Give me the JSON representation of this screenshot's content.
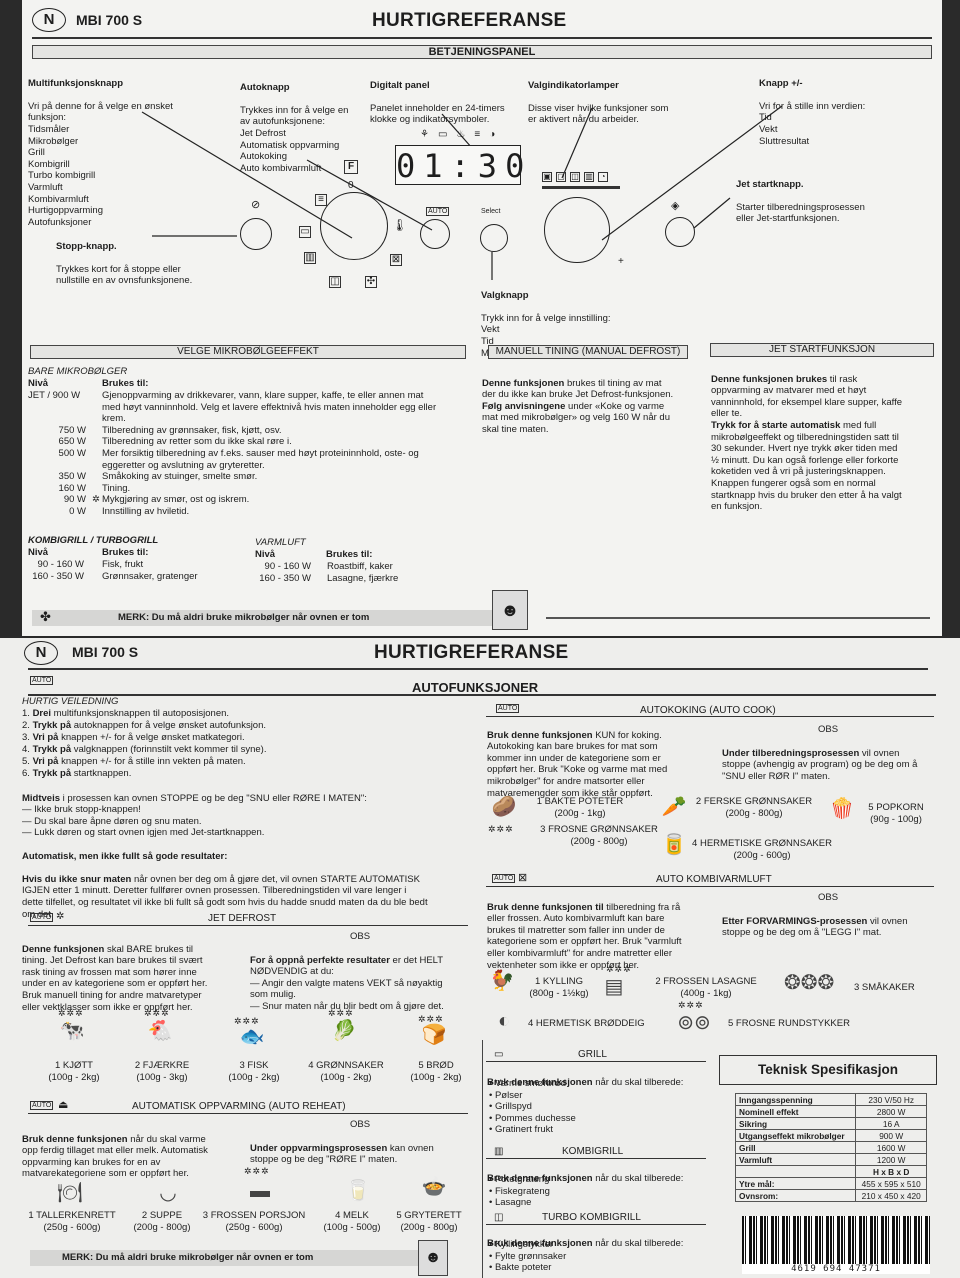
{
  "sheet1": {
    "logo": "N",
    "model": "MBI 700 S",
    "title": "HURTIGREFERANSE",
    "panel_header": "BETJENINGSPANEL",
    "multifunk": {
      "heading": "Multifunksjonsknapp",
      "text": "Vri på denne for å velge en ønsket\nfunksjon:\nTidsmåler\nMikrobølger\nGrill\nKombigrill\nTurbo kombigrill\nVarmluft\nKombivarmluft\nHurtigoppvarming\nAutofunksjoner"
    },
    "autoknapp": {
      "heading": "Autoknapp",
      "text": "Trykkes inn for å velge en\nav autofunksjonene:\nJet Defrost\nAutomatisk oppvarming\nAutokoking\nAuto kombivarmluft"
    },
    "digital": {
      "heading": "Digitalt panel",
      "text": "Panelet inneholder en 24-timers\nklokke og indikatorsymboler."
    },
    "valgind": {
      "heading": "Valgindikatorlamper",
      "text": "Disse viser hvilke funksjoner som\ner aktivert når du arbeider."
    },
    "knapp": {
      "heading": "Knapp +/-",
      "text": "Vri for å stille inn verdien:\nTid\nVekt\nSluttresultat"
    },
    "jet": {
      "heading": "Jet startknapp.",
      "text": "Starter tilberedningsprosessen\neller Jet-startfunksjonen."
    },
    "stopp": {
      "heading": "Stopp-knapp.",
      "text": "Trykkes kort for å stoppe eller\nnullstille en av ovnsfunksjonene."
    },
    "valgknapp": {
      "heading": "Valgknapp",
      "text": "Trykk inn for å velge innstilling:\nVekt\nTid\nMikrobølgeeffektnivå"
    },
    "display_time": "01:30",
    "select_label": "Select",
    "auto_label": "AUTO",
    "f_label": "F",
    "plus": "+",
    "section1_header": "VELGE MIKROBØLGEEFFEKT",
    "bare_mikro": "BARE MIKROBØLGER",
    "col_niva": "Nivå",
    "col_brukes": "Brukes til:",
    "power_rows": [
      {
        "level": "JET / 900 W",
        "use": "Gjenoppvarming av drikkevarer, vann, klare supper, kaffe, te eller annen mat\nmed høyt vanninnhold. Velg et lavere effektnivå hvis maten inneholder egg eller\nkrem."
      },
      {
        "level": "750 W",
        "use": "Tilberedning av grønnsaker, fisk, kjøtt, osv."
      },
      {
        "level": "650 W",
        "use": "Tilberedning av retter som du ikke skal røre i."
      },
      {
        "level": "500 W",
        "use": "Mer forsiktig tilberedning av f.eks. sauser med høyt proteininnhold, oste- og\neggeretter og avslutning av gryteretter."
      },
      {
        "level": "350 W",
        "use": "Småkoking av stuinger, smelte smør."
      },
      {
        "level": "160 W",
        "use": "Tining."
      },
      {
        "level": "90 W",
        "use": "Mykgjøring av smør, ost og iskrem."
      },
      {
        "level": "0 W",
        "use": "Innstilling av hviletid."
      }
    ],
    "kombi_heading": "KOMBIGRILL / TURBOGRILL",
    "kombi_rows": [
      {
        "level": "90 - 160 W",
        "use": "Fisk, frukt"
      },
      {
        "level": "160 - 350 W",
        "use": "Grønnsaker, gratenger"
      }
    ],
    "varm_heading": "VARMLUFT",
    "varm_rows": [
      {
        "level": "90 - 160 W",
        "use": "Roastbiff, kaker"
      },
      {
        "level": "160 - 350 W",
        "use": "Lasagne, fjærkre"
      }
    ],
    "section2_header": "MANUELL TINING (MANUAL DEFROST)",
    "manual_text_b": "Denne funksjonen",
    "manual_text": "brukes til tining av mat\nder du ikke kan bruke Jet Defrost-funksjonen.",
    "manual_text2_b": "Følg anvisningene",
    "manual_text2": "under «Koke og varme\nmat med mikrobølger» og velg 160 W når du\nskal tine maten.",
    "section3_header": "JET STARTFUNKSJON",
    "jet_text_b": "Denne funksjonen brukes",
    "jet_text": "til rask\noppvarming av matvarer med et høyt\nvanninnhold, for eksempel klare supper, kaffe\neller te.",
    "jet_text2_b": "Trykk for å starte automatisk",
    "jet_text2": "med full\nmikrobølgeeffekt og tilberedningstiden satt til\n30 sekunder. Hvert nye trykk øker tiden med\n½ minutt. Du kan også forlenge eller forkorte\nkoketiden ved å vri på justeringsknappen.\nKnappen fungerer også som en normal\nstartknapp hvis du bruker den etter å ha valgt\nen funksjon.",
    "footer": "MERK: Du må aldri bruke mikrobølger når ovnen er tom"
  },
  "sheet2": {
    "logo": "N",
    "model": "MBI 700 S",
    "title": "HURTIGREFERANSE",
    "auto_header": "AUTOFUNKSJONER",
    "auto_tag": "AUTO",
    "guide_heading": "HURTIG VEILEDNING",
    "guide_steps": [
      {
        "b": "Drei",
        "t": "multifunksjonsknappen til autoposisjonen."
      },
      {
        "b": "Trykk på",
        "t": "autoknappen for å velge ønsket autofunksjon."
      },
      {
        "b": "Vri på",
        "t": "knappen +/- for å velge ønsket matkategori."
      },
      {
        "b": "Trykk på",
        "t": "valgknappen (forinnstilt vekt kommer til syne)."
      },
      {
        "b": "Vri på",
        "t": "knappen +/- for å stille inn vekten på maten."
      },
      {
        "b": "Trykk på",
        "t": "startknappen."
      }
    ],
    "midtveis_b": "Midtveis",
    "midtveis": "i prosessen kan ovnen STOPPE og be deg \"SNU eller RØRE I MATEN\":\n— Ikke bruk stopp-knappen!\n— Du skal bare åpne døren og snu maten.\n— Lukk døren og start ovnen igjen med Jet-startknappen.",
    "automatisk_b": "Automatisk, men ikke fullt så gode resultater:",
    "automatisk_b2": "Hvis du ikke snur maten",
    "automatisk": "når ovnen ber deg om å gjøre det, vil ovnen STARTE AUTOMATISK\nIGJEN etter 1 minutt. Deretter fullfører ovnen prosessen. Tilberedningstiden vil vare lenger i\ndette tilfellet, og resultatet vil ikke bli fullt så godt som hvis du hadde snudd maten da du ble bedt\nom det.",
    "jetdef_header": "JET DEFROST",
    "jetdef_text_b": "Denne funksjonen",
    "jetdef_text": "skal BARE brukes til\ntining. Jet Defrost kan bare brukes til svært\nrask tining av frossen mat som hører inne\nunder en av kategoriene som er oppført her.\nBruk manuell tining for andre matvaretyper\neller vektklasser som ikke er oppført her.",
    "obs": "OBS",
    "jetdef_obs_b": "For å oppnå perfekte resultater",
    "jetdef_obs": "er det HELT\nNØDVENDIG at du:\n— Angir den valgte matens VEKT så nøyaktig\n    som mulig.\n— Snur maten når du blir bedt om å gjøre det.",
    "defrost_items": [
      {
        "name": "1 KJØTT",
        "range": "(100g - 2kg)"
      },
      {
        "name": "2 FJÆRKRE",
        "range": "(100g - 3kg)"
      },
      {
        "name": "3 FISK",
        "range": "(100g - 2kg)"
      },
      {
        "name": "4 GRØNNSAKER",
        "range": "(100g - 2kg)"
      },
      {
        "name": "5 BRØD",
        "range": "(100g - 2kg)"
      }
    ],
    "reheat_header": "AUTOMATISK OPPVARMING (AUTO REHEAT)",
    "reheat_text_b": "Bruk denne funksjonen",
    "reheat_text": "når du skal varme\nopp ferdig tillaget mat eller melk. Automatisk\noppvarming kan brukes for en av\nmatvarekategoriene som er oppført her.",
    "reheat_obs_b": "Under oppvarmingsprosessen",
    "reheat_obs": "kan ovnen\nstoppe og be deg \"RØRE I\" maten.",
    "reheat_items": [
      {
        "name": "1 TALLERKENRETT",
        "range": "(250g - 600g)"
      },
      {
        "name": "2 SUPPE",
        "range": "(200g - 800g)"
      },
      {
        "name": "3 FROSSEN PORSJON",
        "range": "(250g - 600g)"
      },
      {
        "name": "4 MELK",
        "range": "(100g - 500g)"
      },
      {
        "name": "5 GRYTERETT",
        "range": "(200g - 800g)"
      }
    ],
    "cook_header": "AUTOKOKING (AUTO COOK)",
    "cook_text_b": "Bruk denne funksjonen",
    "cook_text": "KUN for koking.\nAutokoking kan bare brukes for mat som\nkommer inn under de kategoriene som er\noppført her. Bruk \"Koke og varme mat med\nmikrobølger\" for andre matsorter eller\nmatvaremengder som ikke står oppført.",
    "cook_obs_b": "Under tilberedningsprosessen",
    "cook_obs": "vil ovnen\nstoppe (avhengig av program) og be deg om å\n\"SNU eller RØR I\" maten.",
    "cook_items": [
      {
        "name": "1 BAKTE POTETER",
        "range": "(200g - 1kg)"
      },
      {
        "name": "2 FERSKE GRØNNSAKER",
        "range": "(200g - 800g)"
      },
      {
        "name": "5 POPKORN",
        "range": "(90g - 100g)"
      },
      {
        "name": "3 FROSNE GRØNNSAKER",
        "range": "(200g - 800g)"
      },
      {
        "name": "4 HERMETISKE GRØNNSAKER",
        "range": "(200g - 600g)"
      }
    ],
    "kombivarm_header": "AUTO KOMBIVARMLUFT",
    "kombivarm_text_b": "Bruk denne funksjonen til",
    "kombivarm_text": "tilberedning fra rå\neller frossen. Auto kombivarmluft kan bare\nbrukes til matretter som faller inn under de\nkategoriene som er oppført her. Bruk \"varmluft\neller kombivarmluft\" for andre matretter eller\nvektenheter som ikke er oppført her.",
    "kombivarm_obs_b": "Etter FORVARMINGS-prosessen",
    "kombivarm_obs": "vil ovnen\nstoppe og be deg om å \"LEGG I\" mat.",
    "kombivarm_items": [
      {
        "name": "1 KYLLING",
        "range": "(800g - 1½kg)"
      },
      {
        "name": "2 FROSSEN LASAGNE",
        "range": "(400g - 1kg)"
      },
      {
        "name": "3 SMÅKAKER",
        "range": ""
      },
      {
        "name": "4 HERMETISK BRØDDEIG",
        "range": ""
      },
      {
        "name": "5 FROSNE RUNDSTYKKER",
        "range": ""
      }
    ],
    "grill_header": "GRILL",
    "grill_intro_b": "Bruk denne funksjonen",
    "grill_intro": "når du skal tilberede:",
    "grill_items": [
      "• Varme smørbrød",
      "• Pølser",
      "• Grillspyd",
      "• Pommes duchesse",
      "• Gratinert frukt"
    ],
    "kombigrill_header": "KOMBIGRILL",
    "kombigrill_items": [
      "• Potetgrateng",
      "• Fiskegrateng",
      "• Lasagne"
    ],
    "turbo_header": "TURBO KOMBIGRILL",
    "turbo_items": [
      "• Kyllingstykker",
      "• Fylte grønnsaker",
      "• Bakte poteter"
    ],
    "spec_title": "Teknisk Spesifikasjon",
    "spec_rows": [
      {
        "k": "Inngangsspenning",
        "v": "230 V/50 Hz"
      },
      {
        "k": "Nominell effekt",
        "v": "2800 W"
      },
      {
        "k": "Sikring",
        "v": "16 A"
      },
      {
        "k": "Utgangseffekt mikrobølger",
        "v": "900 W"
      },
      {
        "k": "Grill",
        "v": "1600 W"
      },
      {
        "k": "Varmluft",
        "v": "1200 W"
      },
      {
        "k": "",
        "v": "H x B x D"
      },
      {
        "k": "Ytre mål:",
        "v": "455 x 595 x 510"
      },
      {
        "k": "Ovnsrom:",
        "v": "210 x 450 x 420"
      }
    ],
    "barcode_number": "4619 694 47371",
    "footer": "MERK: Du må aldri bruke mikrobølger når ovnen er tom"
  }
}
